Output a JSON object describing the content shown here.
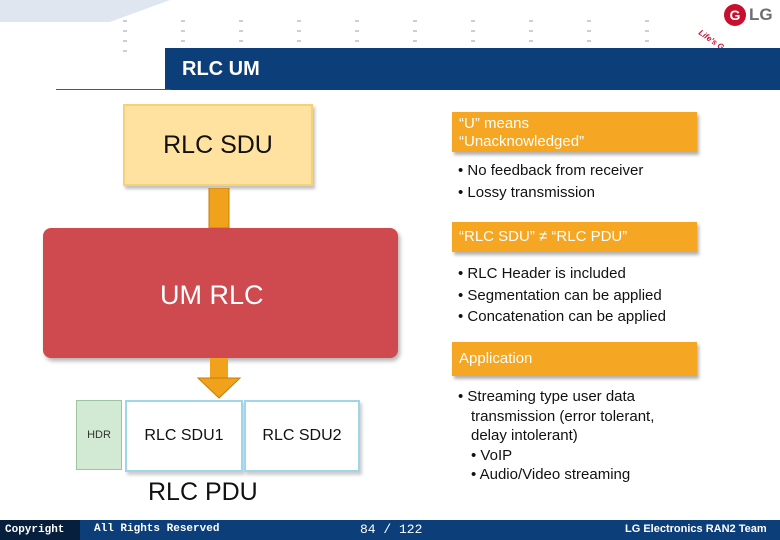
{
  "header": {
    "title": "RLC UM",
    "logo": {
      "mark": "G",
      "brand": "LG",
      "tagline": "Life's Good"
    }
  },
  "diagram": {
    "rlc_sdu": "RLC SDU",
    "um_rlc": "UM RLC",
    "hdr": "HDR",
    "rlc_sdu1": "RLC SDU1",
    "rlc_sdu2": "RLC SDU2",
    "rlc_pdu": "RLC PDU"
  },
  "notes": {
    "note1": {
      "line1": "“U” means",
      "line2": "“Unacknowledged”"
    },
    "note1_bullets": [
      "• No feedback from receiver",
      "• Lossy transmission"
    ],
    "note2": "“RLC SDU” ≠ “RLC PDU”",
    "note2_bullets": [
      "• RLC Header is included",
      "• Segmentation can be applied",
      "• Concatenation can be applied"
    ],
    "note3": "Application",
    "note3_bullets": [
      "• Streaming type user data",
      "transmission (error tolerant,",
      "delay intolerant)",
      "• VoIP",
      "• Audio/Video streaming"
    ]
  },
  "footer": {
    "copyright": "Copyright",
    "rights": "All Rights Reserved",
    "page": "84 / 122",
    "team": "LG Electronics RAN2 Team"
  },
  "colors": {
    "title_bar": "#0c3f7a",
    "sdu_box": "#ffe2a0",
    "um_box": "#cf4a4e",
    "note": "#f5a623",
    "hdr_box": "#d2ead4",
    "sdu_segment_border": "#9fd6ea"
  }
}
